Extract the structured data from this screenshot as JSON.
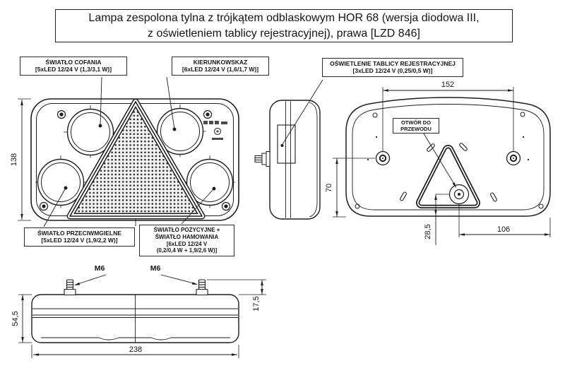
{
  "title": {
    "text": "Lampa zespolona tylna z trójkątem odblaskowym HOR 68 (wersja diodowa III,\nz oświetleniem tablicy rejestracyjnej), prawa [LZD 846]"
  },
  "callouts": {
    "reversing": "ŚWIATŁO COFANIA\n[5xLED 12/24 V (1,3/3,1 W)]",
    "indicator": "KIERUNKOWSKAZ\n[6xLED 12/24 V (1,6/1,7 W)]",
    "plate_light": "OŚWIETLENIE TABLICY REJESTRACYJNEJ\n[3xLED 12/24 V (0,25/0,5 W)]",
    "fog": "ŚWIATŁO PRZECIWMGIELNE\n[5xLED 12/24 V (1,9/2,2 W)]",
    "position_brake": "ŚWIATŁO POZYCYJNE +\nŚWIATŁO HAMOWANIA\n[6xLED 12/24 V\n(0,2/0,4 W + 1,9/2,6 W)]",
    "wire_hole": "OTWÓR DO\nPRZEWODU"
  },
  "dimensions": {
    "front_height": "138",
    "rear_hole_spacing": "152",
    "rear_hole_to_bottom": "70",
    "wire_hole_to_bottom": "28,5",
    "wire_hole_to_edge": "106",
    "body_width": "238",
    "body_depth": "54,5",
    "stud_height": "17,5",
    "stud_thread_left": "M6",
    "stud_thread_right": "M6"
  },
  "colors": {
    "line": "#1d1d1d",
    "background": "#ffffff"
  }
}
